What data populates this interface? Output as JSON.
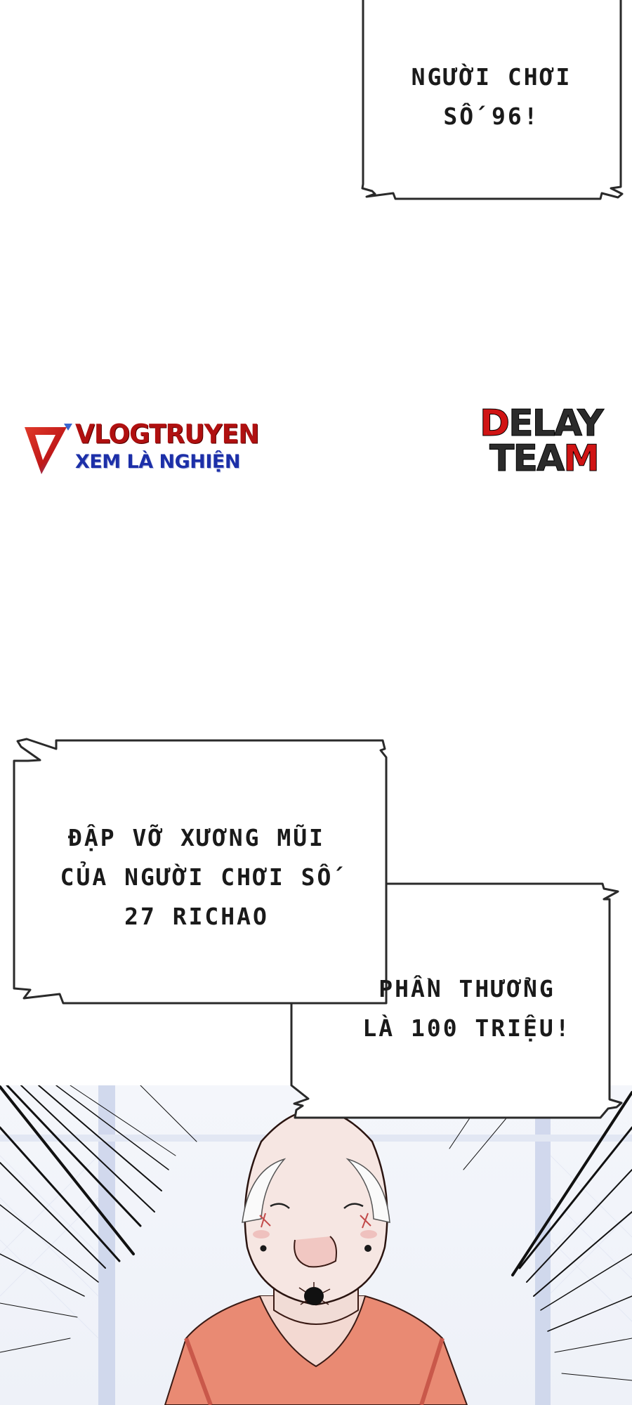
{
  "page": {
    "type": "webtoon-page",
    "background": "#ffffff"
  },
  "bubbles": [
    {
      "id": "bubble-player-96",
      "lines": [
        "NGƯỜI CHƠI",
        "SỐ 96!"
      ]
    },
    {
      "id": "bubble-break-nose",
      "lines": [
        "ĐẬP VỠ XƯƠNG MŨI",
        "CỦA NGƯỜI CHƠI SỐ",
        "27 RICHAO"
      ]
    },
    {
      "id": "bubble-reward",
      "lines": [
        "PHẦN THƯỞNG",
        "LÀ 100 TRIỆU!"
      ]
    }
  ],
  "watermarks": {
    "vlogtruyen": {
      "title": "VLOGTRUYEN",
      "subtitle": "XEM LÀ NGHIỆN",
      "colors": {
        "title": "#b01010",
        "subtitle": "#1c2fa8"
      }
    },
    "delay_team": {
      "line1_first": "D",
      "line1_rest": "ELAY",
      "line2_first": "TEA",
      "line2_last": "M",
      "colors": {
        "accent": "#d01414",
        "base": "#2b2b2b"
      }
    }
  },
  "panel": {
    "description": "bald man with white side hair, pursed mouth, orange-red shirt, speed lines, fence background",
    "colors": {
      "skin": "#f6e6e2",
      "shirt": "#e98a73",
      "shirt_shade": "#c9584a",
      "fence": "#c9d2ea"
    }
  }
}
